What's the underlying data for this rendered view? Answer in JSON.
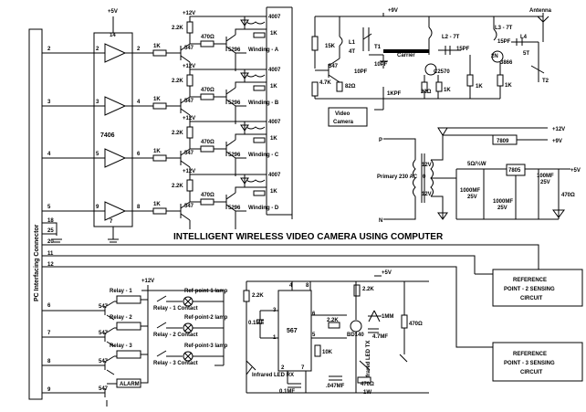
{
  "title": "INTELLIGENT WIRELESS VIDEO CAMERA USING COMPUTER",
  "connector": {
    "label": "PC Interfacing Connector",
    "pins": [
      "2",
      "3",
      "4",
      "5",
      "18",
      "25",
      "20",
      "11",
      "12",
      "6",
      "7",
      "8",
      "9"
    ]
  },
  "ic7406": {
    "name": "7406",
    "top_pin": "14",
    "bottom_pin": "7",
    "supply": "+5V",
    "in_pins": [
      "2",
      "3",
      "5",
      "9"
    ],
    "out_pins": [
      "2",
      "4",
      "6",
      "8"
    ]
  },
  "stepper": {
    "supply": "+12V",
    "r_base": "1K",
    "r_bias": "2.2K",
    "r_coll": "470Ω",
    "r_led": "1K",
    "diode": "4007",
    "q1": "547",
    "q2": "5296",
    "windings": [
      "Winding - A",
      "Winding - B",
      "Winding - C",
      "Winding - D"
    ]
  },
  "transmitter": {
    "supply": "+9V",
    "labels": [
      "15K",
      "4.7K",
      "547",
      "82Ω",
      "L1",
      "4T",
      "T1",
      "10PF",
      "10PF",
      "Carrier",
      "L2 - 7T",
      "15PF",
      "C2570",
      "22Ω",
      "1K",
      "1K",
      "1KPF",
      "L3 - 7T",
      "15PF",
      "L4",
      "5T",
      "2N",
      "3866",
      "1K",
      "T2",
      "Antenna"
    ],
    "camera": "Video Camera"
  },
  "power": {
    "primary": "Primary 230 AC",
    "p": "P",
    "n": "N",
    "tap_top": "12V",
    "tap_mid": "0",
    "tap_bot": "12V",
    "reg1": "7809",
    "reg2": "7805",
    "out12": "+12V",
    "out9": "+9V",
    "out5": "+5V",
    "r1": "5Ω/½W",
    "c1": "1000MF",
    "c1v": "25V",
    "c2": "1000MF",
    "c2v": "25V",
    "c3": "100MF",
    "c3v": "25V",
    "r2": "470Ω"
  },
  "relays": {
    "supply": "+12V",
    "transistor": "547",
    "items": [
      {
        "relay": "Relay - 1",
        "contact": "Relay - 1 Contact",
        "lamp": "Ref-point-1 lamp"
      },
      {
        "relay": "Relay - 2",
        "contact": "Relay - 2 Contact",
        "lamp": "Ref-point-2 lamp"
      },
      {
        "relay": "Relay - 3",
        "contact": "Relay - 3 Contact",
        "lamp": "Ref-point-3 lamp"
      }
    ],
    "alarm": "ALARM"
  },
  "ir": {
    "supply": "+5V",
    "chip": "567",
    "pins": [
      "4",
      "8",
      "6",
      "5",
      "3",
      "1",
      "2",
      "7"
    ],
    "labels": [
      "2.2K",
      "0.1MF",
      "Infrared LED RX",
      "0.1MF",
      "2.2K",
      "2.2K",
      "BD140",
      "10K",
      "4.7MF",
      "1MM",
      "470Ω",
      "Infrared LED TX",
      ".047MF",
      "470Ω",
      "1W"
    ]
  },
  "ref2": "REFERENCE POINT - 2 SENSING CIRCUIT",
  "ref3": "REFERENCE POINT - 3 SENSING CIRCUIT"
}
